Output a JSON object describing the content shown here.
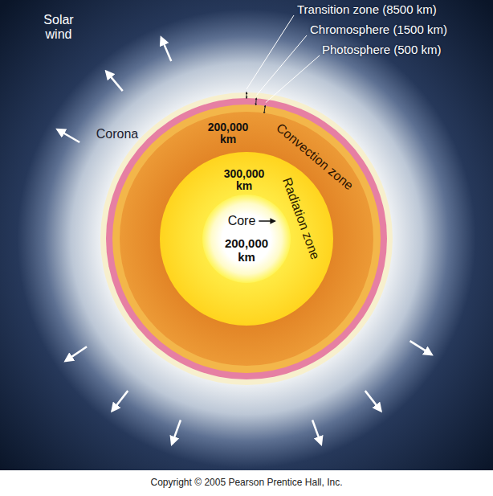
{
  "diagram": {
    "caption": "Copyright © 2005 Pearson Prentice Hall, Inc.",
    "nodes": [
      {
        "text": [
          "Convection zone"
        ]
      },
      {
        "text": [
          "Radiation zone"
        ],
        "in": 0
      },
      {
        "text": [
          "Core",
          "200,000 km"
        ],
        "in": 1
      }
    ],
    "labels": [
      "Solar wind",
      "Corona",
      "Transition zone (8500 km)",
      "Chromosphere (1500 km)",
      "Photosphere (500 km)",
      "200,000 km",
      "300,000 km"
    ]
  }
}
